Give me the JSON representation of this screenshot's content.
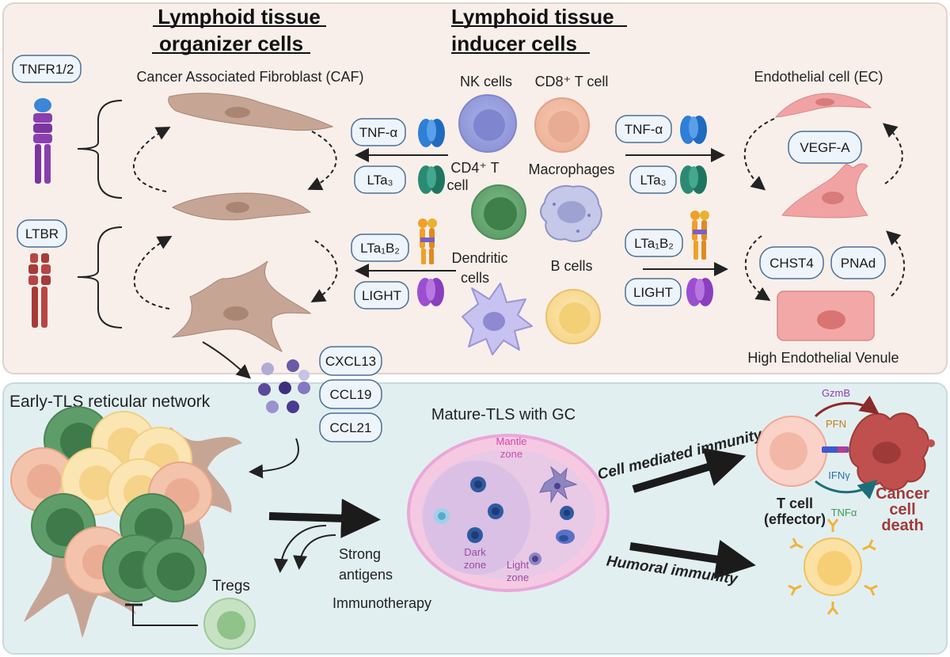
{
  "top": {
    "organizer_line1": "Lymphoid tissue",
    "organizer_line2": "organizer cells",
    "inducer_line1": "Lymphoid tissue",
    "inducer_line2": "inducer cells",
    "caf_label": "Cancer Associated Fibroblast (CAF)",
    "ec_label": "Endothelial cell (EC)",
    "hev_label": "High Endothelial Venule",
    "receptor1": "TNFR1/2",
    "receptor2": "LTBR",
    "nk_label": "NK cells",
    "cd8_label": "CD8⁺ T cell",
    "cd4_line1": "CD4⁺ T",
    "cd4_line2": "cell",
    "macro_label": "Macrophages",
    "dc_line1": "Dendritic",
    "dc_line2": "cells",
    "b_label": "B cells",
    "left_pills": [
      "TNF-α",
      "LTa₃",
      "LTa₁B₂",
      "LIGHT"
    ],
    "right_pills": [
      "TNF-α",
      "LTa₃",
      "LTa₁B₂",
      "LIGHT"
    ],
    "vegf": "VEGF-A",
    "chst4": "CHST4",
    "pnad": "PNAd"
  },
  "bottom": {
    "chemokines": [
      "CXCL13",
      "CCL19",
      "CCL21"
    ],
    "early_tls": "Early-TLS reticular network",
    "tregs": "Tregs",
    "strong_line1": "Strong",
    "strong_line2": "antigens",
    "immunotherapy": "Immunotherapy",
    "mature_tls": "Mature-TLS with GC",
    "mantle_line1": "Mantle",
    "mantle_line2": "zone",
    "dark_line1": "Dark",
    "dark_line2": "zone",
    "light_line1": "Light",
    "light_line2": "zone",
    "cell_mediated": "Cell mediated immunity",
    "humoral": "Humoral immunity",
    "gzmb": "GzmB",
    "pfn": "PFN",
    "ifng": "IFNγ",
    "tnfa": "TNFα",
    "tcell_line1": "T cell",
    "tcell_line2": "(effector)",
    "cancer_line1": "Cancer",
    "cancer_line2": "cell",
    "cancer_line3": "death"
  },
  "colors": {
    "top_panel": "#f8efea",
    "bottom_panel": "#e2eff1",
    "fibroblast": "#c7a595",
    "endothelial": "#f1a3a3",
    "tnf_receptor": "#2f7fd6",
    "lt_receptor": "#2b8a73",
    "light_receptor": "#9b4fd0",
    "ltbr_receptor": "#a83a3a",
    "cancer_cell": "#c0504d",
    "gc_pink": "#e8a8d8"
  }
}
